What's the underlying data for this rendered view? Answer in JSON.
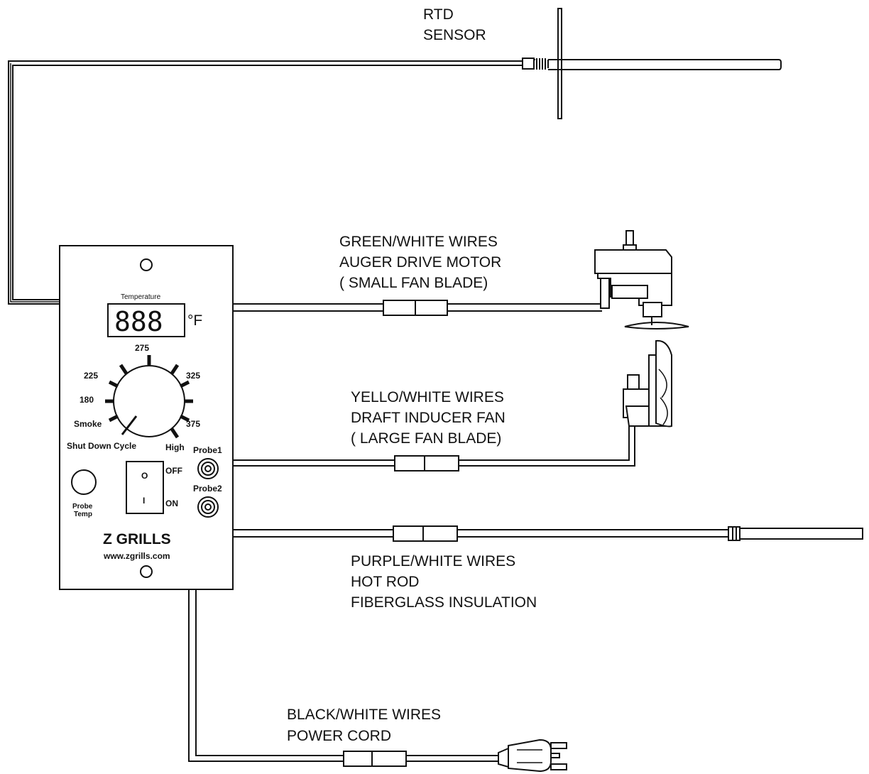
{
  "labels": {
    "rtd": [
      "RTD",
      "SENSOR"
    ],
    "auger": [
      "GREEN/WHITE WIRES",
      "AUGER DRIVE MOTOR",
      "( SMALL FAN BLADE)"
    ],
    "inducer": [
      "YELLO/WHITE WIRES",
      "DRAFT INDUCER FAN",
      "( LARGE FAN BLADE)"
    ],
    "hotrod": [
      "PURPLE/WHITE WIRES",
      "HOT ROD",
      "FIBERGLASS INSULATION"
    ],
    "power": [
      "BLACK/WHITE WIRES",
      "POWER CORD"
    ]
  },
  "controller": {
    "temperature_label": "Temperature",
    "display": "888",
    "unit": "°F",
    "dial": {
      "d275": "275",
      "d225": "225",
      "d325": "325",
      "d180": "180",
      "smoke": "Smoke",
      "d375": "375",
      "shutdown": "Shut Down Cycle",
      "high": "High"
    },
    "switch_off": "OFF",
    "switch_on": "ON",
    "switch_off_glyph": "O",
    "switch_on_glyph": "I",
    "probe1": "Probe1",
    "probe2": "Probe2",
    "probe_temp": [
      "Probe",
      "Temp"
    ],
    "brand": "Z GRILLS",
    "url": "www.zgrills.com"
  }
}
